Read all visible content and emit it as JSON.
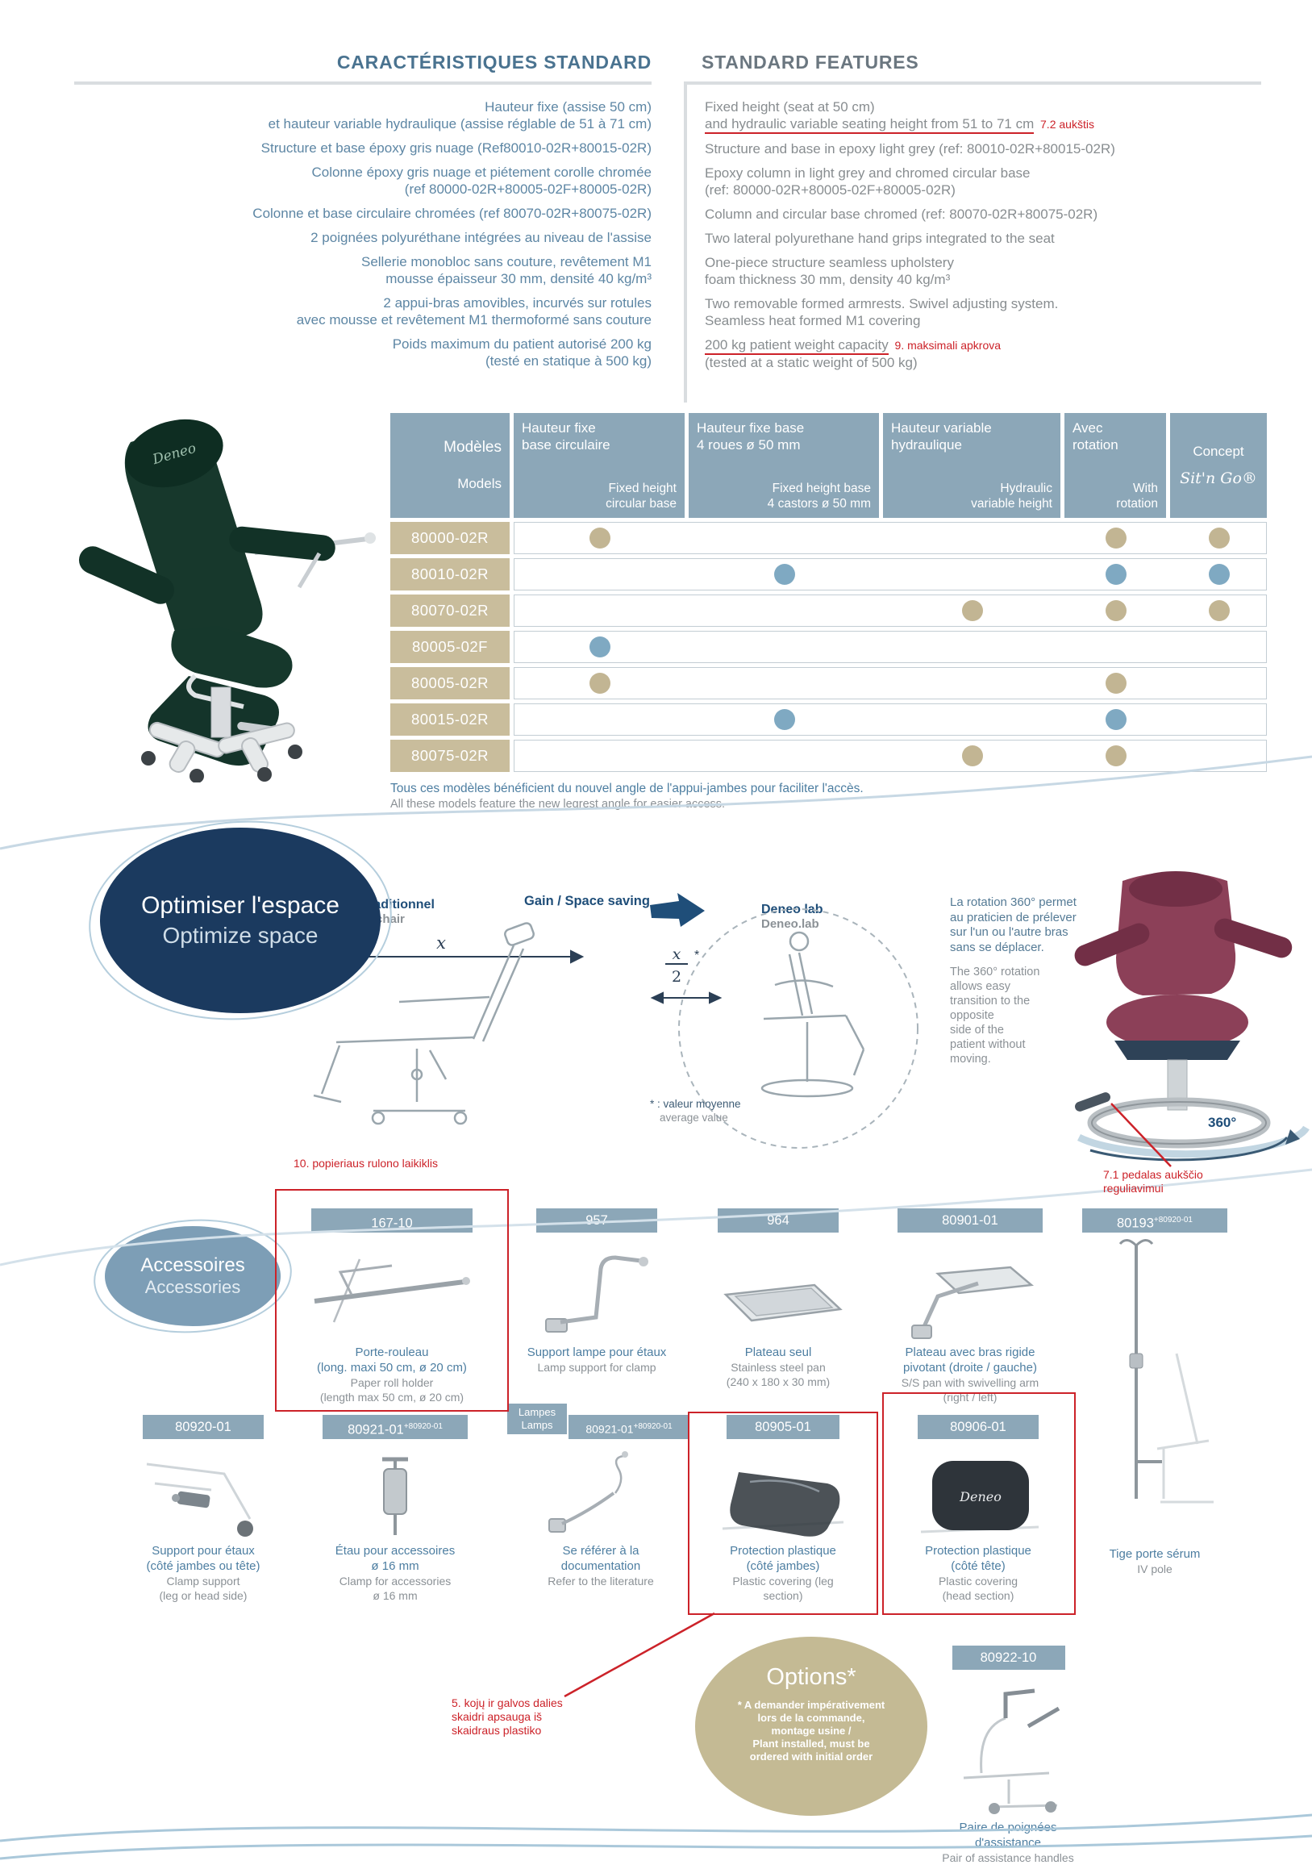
{
  "brand": "Deneo",
  "std": {
    "fr_title": "CARACTÉRISTIQUES STANDARD",
    "en_title": "STANDARD FEATURES",
    "fr": [
      "Hauteur fixe (assise 50 cm)\net hauteur variable hydraulique (assise réglable de 51 à 71 cm)",
      "Structure et base époxy gris nuage (Ref80010-02R+80015-02R)",
      "Colonne époxy gris nuage et piétement corolle chromée\n(ref 80000-02R+80005-02F+80005-02R)",
      "Colonne et base circulaire chromées (ref 80070-02R+80075-02R)",
      "2 poignées polyuréthane intégrées au niveau de l'assise",
      "Sellerie monobloc sans couture, revêtement M1\nmousse épaisseur 30 mm, densité 40 kg/m³",
      "2 appui-bras amovibles, incurvés sur rotules\navec mousse et revêtement M1 thermoformé sans couture",
      "Poids maximum du patient autorisé 200 kg\n(testé en statique à 500 kg)"
    ],
    "en": [
      {
        "lines": [
          {
            "t": "Fixed height (seat at 50 cm)"
          },
          {
            "t": "and hydraulic variable seating height from 51 to 71 cm",
            "u": true,
            "note": "7.2 aukštis"
          }
        ]
      },
      {
        "lines": [
          {
            "t": "Structure and base in epoxy light grey (ref: 80010-02R+80015-02R)"
          }
        ]
      },
      {
        "lines": [
          {
            "t": "Epoxy column in light grey and chromed circular base"
          },
          {
            "t": "(ref: 80000-02R+80005-02F+80005-02R)"
          }
        ]
      },
      {
        "lines": [
          {
            "t": "Column and circular base chromed (ref: 80070-02R+80075-02R)"
          }
        ]
      },
      {
        "lines": [
          {
            "t": "Two lateral polyurethane hand grips integrated to the seat"
          }
        ]
      },
      {
        "lines": [
          {
            "t": "One-piece structure seamless upholstery"
          },
          {
            "t": "foam thickness 30 mm, density 40 kg/m³"
          }
        ]
      },
      {
        "lines": [
          {
            "t": "Two removable formed armrests. Swivel adjusting system."
          },
          {
            "t": "Seamless heat formed M1 covering"
          }
        ]
      },
      {
        "lines": [
          {
            "t": "200 kg patient weight capacity",
            "u": true,
            "note": "9. maksimali apkrova"
          },
          {
            "t": "(tested at a static weight of 500 kg)"
          }
        ]
      }
    ]
  },
  "table": {
    "header": {
      "models_fr": "Modèles",
      "models_en": "Models",
      "cols": [
        {
          "fr": "Hauteur fixe\nbase circulaire",
          "en": "Fixed height\ncircular base"
        },
        {
          "fr": "Hauteur fixe base\n4 roues ø 50 mm",
          "en": "Fixed height base\n4 castors ø 50 mm"
        },
        {
          "fr": "Hauteur variable\nhydraulique",
          "en": "Hydraulic\nvariable height"
        },
        {
          "fr": "Avec\nrotation",
          "en": "With\nrotation"
        },
        {
          "fr": "Concept",
          "en": "Sit'n Go®"
        }
      ]
    },
    "colors": {
      "beige": "#c2b593",
      "blue": "#7fa9c2"
    },
    "rows": [
      {
        "model": "80000-02R",
        "dots": [
          "beige",
          "",
          "",
          "beige",
          "beige"
        ]
      },
      {
        "model": "80010-02R",
        "dots": [
          "",
          "blue",
          "",
          "blue",
          "blue"
        ]
      },
      {
        "model": "80070-02R",
        "dots": [
          "",
          "",
          "beige",
          "beige",
          "beige"
        ]
      },
      {
        "model": "80005-02F",
        "dots": [
          "blue",
          "",
          "",
          "",
          ""
        ]
      },
      {
        "model": "80005-02R",
        "dots": [
          "beige",
          "",
          "",
          "beige",
          ""
        ]
      },
      {
        "model": "80015-02R",
        "dots": [
          "",
          "blue",
          "",
          "blue",
          ""
        ]
      },
      {
        "model": "80075-02R",
        "dots": [
          "",
          "",
          "beige",
          "beige",
          ""
        ]
      }
    ],
    "note_fr": "Tous ces modèles bénéficient du nouvel angle de l'appui-jambes pour faciliter l'accès.",
    "note_en": "All these models feature the new legrest angle for easier access."
  },
  "optimize": {
    "bubble_fr": "Optimiser l'espace",
    "bubble_en": "Optimize space",
    "trad_fr": "Fauteuil traditionnel",
    "trad_en": "Traditional chair",
    "gain": "Gain / Space saving",
    "deneo_fr": "Deneo lab",
    "deneo_en": "Deneo.lab",
    "x": "x",
    "half_top": "x",
    "half_bottom": "2",
    "star": "*",
    "foot_fr": "* : valeur moyenne",
    "foot_en": "average value",
    "rot_fr": "La rotation 360° permet\nau praticien de prélever\nsur l'un ou l'autre bras\nsans se déplacer.",
    "rot_en": "The 360° rotation\nallows easy\ntransition to the\nopposite\nside of the\npatient without\nmoving.",
    "deg": "360°"
  },
  "accessories": {
    "bubble_fr": "Accessoires",
    "bubble_en": "Accessories",
    "lamps": "Lampes\nLamps",
    "cards": [
      {
        "code": "167-10",
        "fr": "Porte-rouleau\n(long. maxi 50 cm, ø 20 cm)",
        "en": "Paper roll holder\n(length max 50 cm, ø 20 cm)"
      },
      {
        "code": "957",
        "fr": "Support lampe pour étaux",
        "en": "Lamp support for clamp"
      },
      {
        "code": "964",
        "fr": "Plateau seul",
        "en": "Stainless steel pan\n(240 x 180 x 30 mm)"
      },
      {
        "code": "80901-01",
        "fr": "Plateau avec bras rigide\npivotant (droite / gauche)",
        "en": "S/S pan with swivelling arm\n(right / left)"
      },
      {
        "code": "80193",
        "sup": "+80920-01",
        "fr": "Tige porte sérum",
        "en": "IV pole"
      },
      {
        "code": "80920-01",
        "fr": "Support pour étaux\n(côté jambes ou tête)",
        "en": "Clamp support\n(leg or head side)"
      },
      {
        "code": "80921-01",
        "sup": "+80920-01",
        "fr": "Étau pour accessoires\nø 16 mm",
        "en": "Clamp for accessories\nø 16 mm"
      },
      {
        "code": "80921-01",
        "sup": "+80920-01",
        "fr": "Se référer à la\ndocumentation",
        "en": "Refer to the literature"
      },
      {
        "code": "80905-01",
        "fr": "Protection plastique\n(côté jambes)",
        "en": "Plastic covering (leg\nsection)"
      },
      {
        "code": "80906-01",
        "fr": "Protection plastique\n(côté tête)",
        "en": "Plastic covering\n(head section)"
      }
    ]
  },
  "options": {
    "title": "Options*",
    "note": "* A demander impérativement\nlors de la commande,\nmontage usine /\nPlant installed, must be\nordered with initial order",
    "code": "80922-10",
    "fr": "Paire de poignées\nd'assistance",
    "en": "Pair of assistance handles"
  },
  "annotations": {
    "n10": "10. popieriaus rulono laikiklis",
    "n71": "7.1 pedalas aukščio\nreguliavimui",
    "n5": "5. kojų ir galvos dalies\nskaidri apsauga iš\nskaidraus plastiko"
  }
}
